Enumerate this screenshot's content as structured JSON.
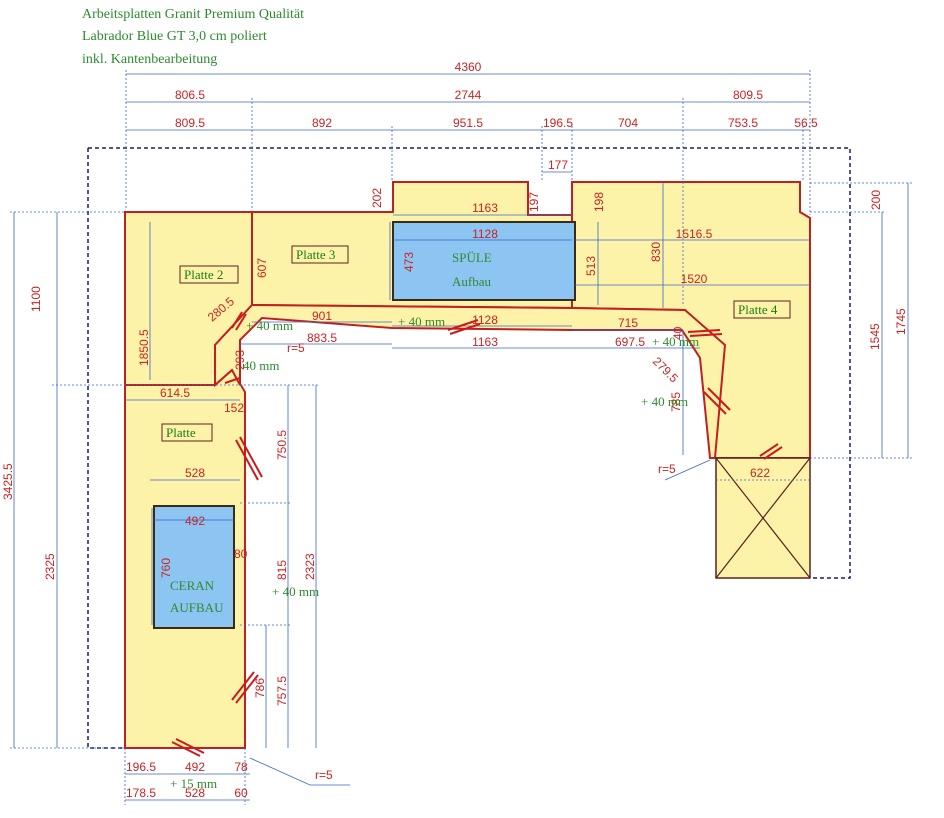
{
  "header": {
    "line1": "Arbeitsplatten Granit Premium Qualität",
    "line2": "Labrador Blue GT 3,0 cm poliert",
    "line3": "inkl. Kantenbearbeitung"
  },
  "labels": {
    "platte1": "Platte",
    "platte2": "Platte 2",
    "platte3": "Platte 3",
    "platte4": "Platte 4",
    "spuele": "SPÜLE",
    "spuele_aufbau": "Aufbau",
    "ceran": "CERAN",
    "ceran_aufbau": "AUFBAU"
  },
  "notes": {
    "p40_a": "+ 40 mm",
    "p40_b": "+ 40 mm",
    "p40_c": "+ 40 mm",
    "p40_d": "+ 40 mm",
    "p40_e": "+ 40 mm",
    "p40_f": "40 mm",
    "p15": "+ 15 mm",
    "r5_a": "r=5",
    "r5_b": "r=5",
    "r5_c": "r=5"
  },
  "dims": {
    "d4360": "4360",
    "d806_5": "806.5",
    "d2744": "2744",
    "d809_5a": "809.5",
    "d809_5b": "809.5",
    "d892": "892",
    "d951_5": "951.5",
    "d196_5a": "196.5",
    "d704": "704",
    "d753_5": "753.5",
    "d56_5": "56.5",
    "d177": "177",
    "d202": "202",
    "d197": "197",
    "d198": "198",
    "d1163a": "1163",
    "d1128a": "1128",
    "d1516_5": "1516.5",
    "d200": "200",
    "d607": "607",
    "d473": "473",
    "d513": "513",
    "d830": "830",
    "d1520": "1520",
    "d1100": "1100",
    "d1850_5": "1850.5",
    "d280_5": "280.5",
    "d901": "901",
    "d1128b": "1128",
    "d715": "715",
    "d883_5": "883.5",
    "d1163b": "1163",
    "d697_5": "697.5",
    "d40": "40",
    "d293": "293",
    "d279_5": "279.5",
    "d785": "785",
    "d1545": "1545",
    "d1745": "1745",
    "d614_5": "614.5",
    "d152": "152",
    "d750_5": "750.5",
    "d528a": "528",
    "d492a": "492",
    "d760": "760",
    "d80": "80",
    "d815": "815",
    "d2323": "2323",
    "d786": "786",
    "d757_5": "757.5",
    "d3425_5": "3425.5",
    "d2325": "2325",
    "d622": "622",
    "d196_5b": "196.5",
    "d492b": "492",
    "d78": "78",
    "d178_5": "178.5",
    "d528b": "528",
    "d60": "60"
  }
}
